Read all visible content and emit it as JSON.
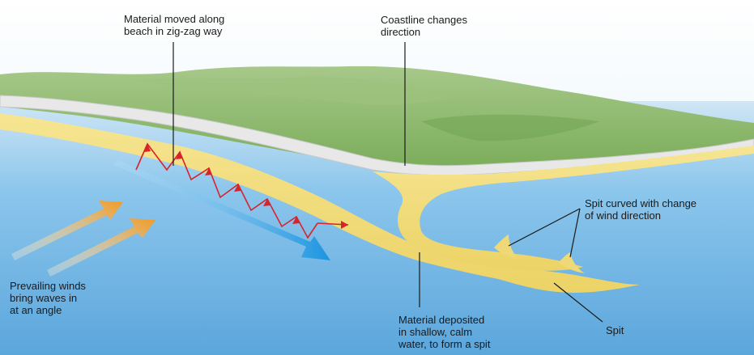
{
  "labels": {
    "zigzag": "Material moved along\nbeach in zig-zag way",
    "coastline": "Coastline changes\ndirection",
    "curved": "Spit curved with change\nof wind direction",
    "winds": "Prevailing winds\nbring waves in\nat an angle",
    "deposited": "Material deposited\nin shallow, calm\nwater, to form a spit",
    "spit": "Spit"
  },
  "colors": {
    "sky": "#dbeef8",
    "sea": "#6fb4e0",
    "sand": "#f2dc7a",
    "land": "#8ab66a",
    "cliff": "#e6e6e6",
    "zigzag_arrow": "#d8232a",
    "drift_arrow": "#2ea6e8",
    "wind_arrow": "#f2a233"
  }
}
